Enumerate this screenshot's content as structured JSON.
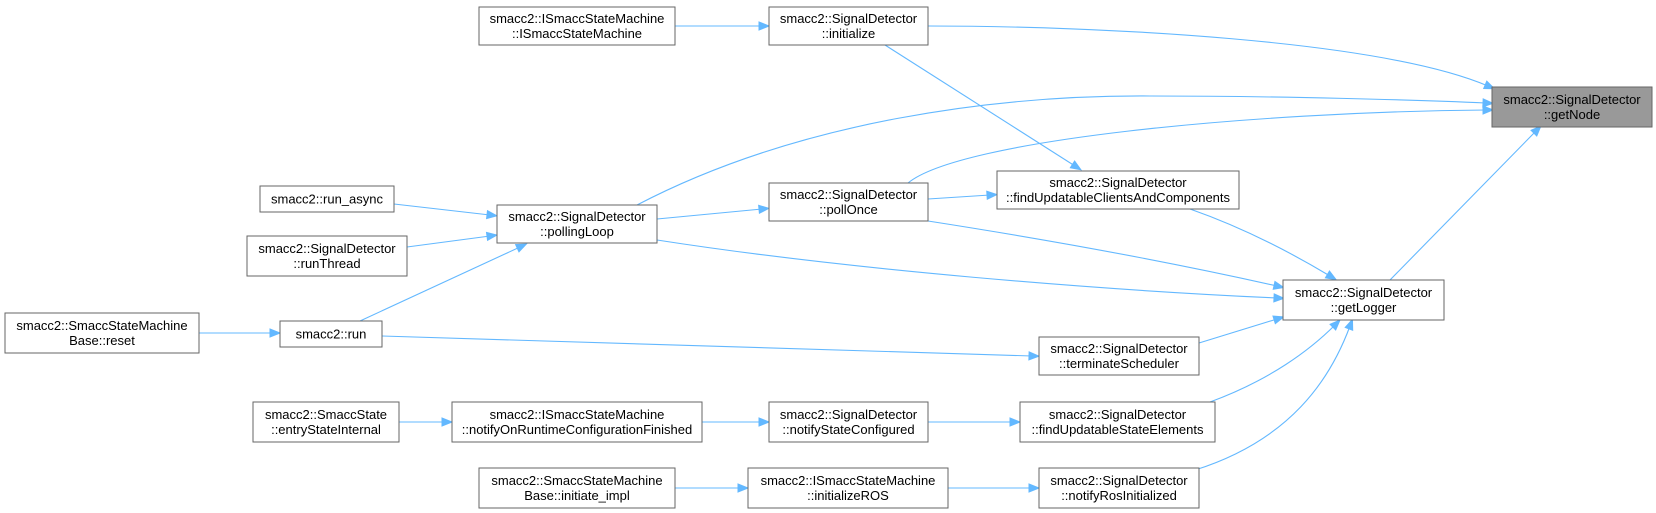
{
  "nodes": [
    {
      "id": "getNode",
      "lines": [
        "smacc2::SignalDetector",
        "::getNode"
      ],
      "highlight": true
    },
    {
      "id": "initialize",
      "lines": [
        "smacc2::SignalDetector",
        "::initialize"
      ]
    },
    {
      "id": "ISmaccSM_ctor",
      "lines": [
        "smacc2::ISmaccStateMachine",
        "::ISmaccStateMachine"
      ]
    },
    {
      "id": "findUpdatableClients",
      "lines": [
        "smacc2::SignalDetector",
        "::findUpdatableClientsAndComponents"
      ]
    },
    {
      "id": "pollOnce",
      "lines": [
        "smacc2::SignalDetector",
        "::pollOnce"
      ]
    },
    {
      "id": "pollingLoop",
      "lines": [
        "smacc2::SignalDetector",
        "::pollingLoop"
      ]
    },
    {
      "id": "run_async",
      "lines": [
        "smacc2::run_async"
      ]
    },
    {
      "id": "runThread",
      "lines": [
        "smacc2::SignalDetector",
        "::runThread"
      ]
    },
    {
      "id": "run",
      "lines": [
        "smacc2::run"
      ]
    },
    {
      "id": "reset",
      "lines": [
        "smacc2::SmaccStateMachine",
        "Base::reset"
      ]
    },
    {
      "id": "getLogger",
      "lines": [
        "smacc2::SignalDetector",
        "::getLogger"
      ]
    },
    {
      "id": "terminateScheduler",
      "lines": [
        "smacc2::SignalDetector",
        "::terminateScheduler"
      ]
    },
    {
      "id": "entryStateInternal",
      "lines": [
        "smacc2::SmaccState",
        "::entryStateInternal"
      ]
    },
    {
      "id": "notifyOnRuntime",
      "lines": [
        "smacc2::ISmaccStateMachine",
        "::notifyOnRuntimeConfigurationFinished"
      ]
    },
    {
      "id": "notifyStateConfigured",
      "lines": [
        "smacc2::SignalDetector",
        "::notifyStateConfigured"
      ]
    },
    {
      "id": "findUpdatableState",
      "lines": [
        "smacc2::SignalDetector",
        "::findUpdatableStateElements"
      ]
    },
    {
      "id": "initiate_impl",
      "lines": [
        "smacc2::SmaccStateMachine",
        "Base::initiate_impl"
      ]
    },
    {
      "id": "initializeROS",
      "lines": [
        "smacc2::ISmaccStateMachine",
        "::initializeROS"
      ]
    },
    {
      "id": "notifyRosInitialized",
      "lines": [
        "smacc2::SignalDetector",
        "::notifyRosInitialized"
      ]
    }
  ],
  "edges": [
    {
      "from": "ISmaccSM_ctor",
      "to": "initialize"
    },
    {
      "from": "initialize",
      "to": "getNode"
    },
    {
      "from": "initialize",
      "to": "findUpdatableClients"
    },
    {
      "from": "pollingLoop",
      "to": "getNode"
    },
    {
      "from": "pollOnce",
      "to": "getNode"
    },
    {
      "from": "getLogger",
      "to": "getNode"
    },
    {
      "from": "pollOnce",
      "to": "findUpdatableClients"
    },
    {
      "from": "pollingLoop",
      "to": "pollOnce"
    },
    {
      "from": "run_async",
      "to": "pollingLoop"
    },
    {
      "from": "runThread",
      "to": "pollingLoop"
    },
    {
      "from": "run",
      "to": "pollingLoop"
    },
    {
      "from": "reset",
      "to": "run"
    },
    {
      "from": "findUpdatableClients",
      "to": "getLogger"
    },
    {
      "from": "pollOnce",
      "to": "getLogger"
    },
    {
      "from": "pollingLoop",
      "to": "getLogger"
    },
    {
      "from": "terminateScheduler",
      "to": "getLogger"
    },
    {
      "from": "findUpdatableState",
      "to": "getLogger"
    },
    {
      "from": "notifyRosInitialized",
      "to": "getLogger"
    },
    {
      "from": "run",
      "to": "terminateScheduler"
    },
    {
      "from": "entryStateInternal",
      "to": "notifyOnRuntime"
    },
    {
      "from": "notifyOnRuntime",
      "to": "notifyStateConfigured"
    },
    {
      "from": "notifyStateConfigured",
      "to": "findUpdatableState"
    },
    {
      "from": "initiate_impl",
      "to": "initializeROS"
    },
    {
      "from": "initializeROS",
      "to": "notifyRosInitialized"
    }
  ]
}
